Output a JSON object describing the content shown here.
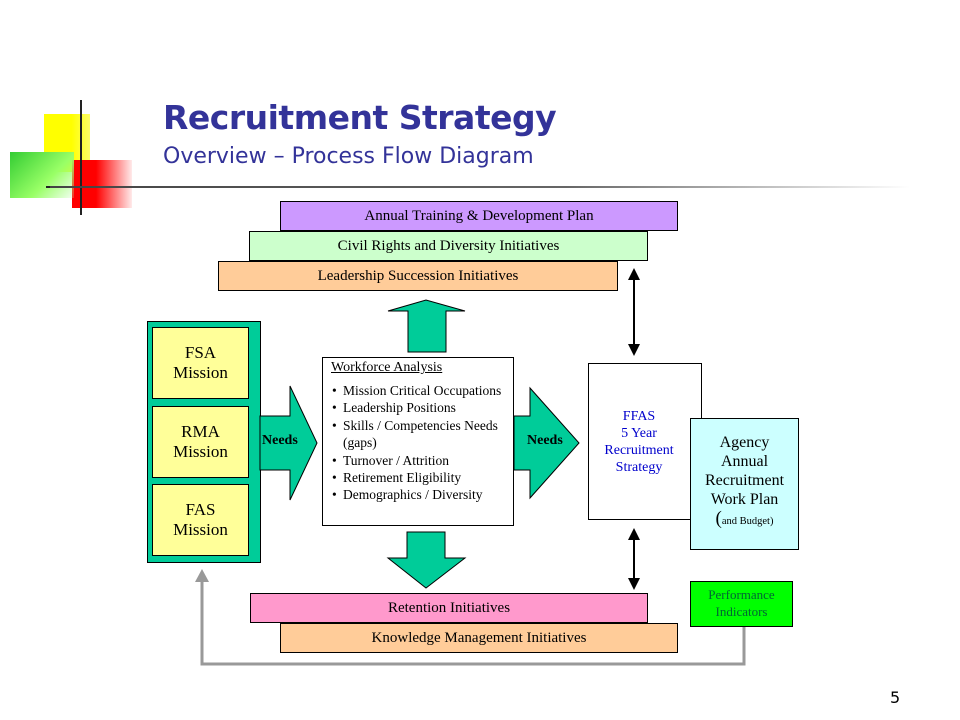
{
  "slide": {
    "title": "Recruitment Strategy",
    "subtitle": "Overview – Process Flow Diagram",
    "page_number": "5"
  },
  "top_bars": [
    {
      "label": "Annual Training & Development Plan",
      "color": "#cc99ff"
    },
    {
      "label": "Civil Rights and Diversity Initiatives",
      "color": "#ccffcc"
    },
    {
      "label": "Leadership Succession Initiatives",
      "color": "#ffcc99"
    }
  ],
  "missions": [
    {
      "line1": "FSA",
      "line2": "Mission"
    },
    {
      "line1": "RMA",
      "line2": "Mission"
    },
    {
      "line1": "FAS",
      "line2": "Mission"
    }
  ],
  "arrows": {
    "needs_left": "Needs",
    "needs_right": "Needs",
    "color": "#00cc99"
  },
  "workforce_analysis": {
    "title": "Workforce Analysis",
    "items": [
      "Mission Critical Occupations",
      "Leadership Positions",
      "Skills / Competencies Needs (gaps)",
      "Turnover / Attrition",
      "Retirement Eligibility",
      "Demographics / Diversity"
    ]
  },
  "ffas": {
    "line1": "FFAS",
    "line2": "5 Year",
    "line3": "Recruitment",
    "line4": "Strategy"
  },
  "agency": {
    "line1": "Agency",
    "line2": "Annual",
    "line3": "Recruitment",
    "line4": "Work Plan",
    "line5_a": "(",
    "line5_b": "and Budget)"
  },
  "performance": {
    "line1": "Performance",
    "line2": "Indicators"
  },
  "bottom_bars": [
    {
      "label": "Retention Initiatives",
      "color": "#ff99cc"
    },
    {
      "label": "Knowledge Management Initiatives",
      "color": "#ffcc99"
    }
  ]
}
